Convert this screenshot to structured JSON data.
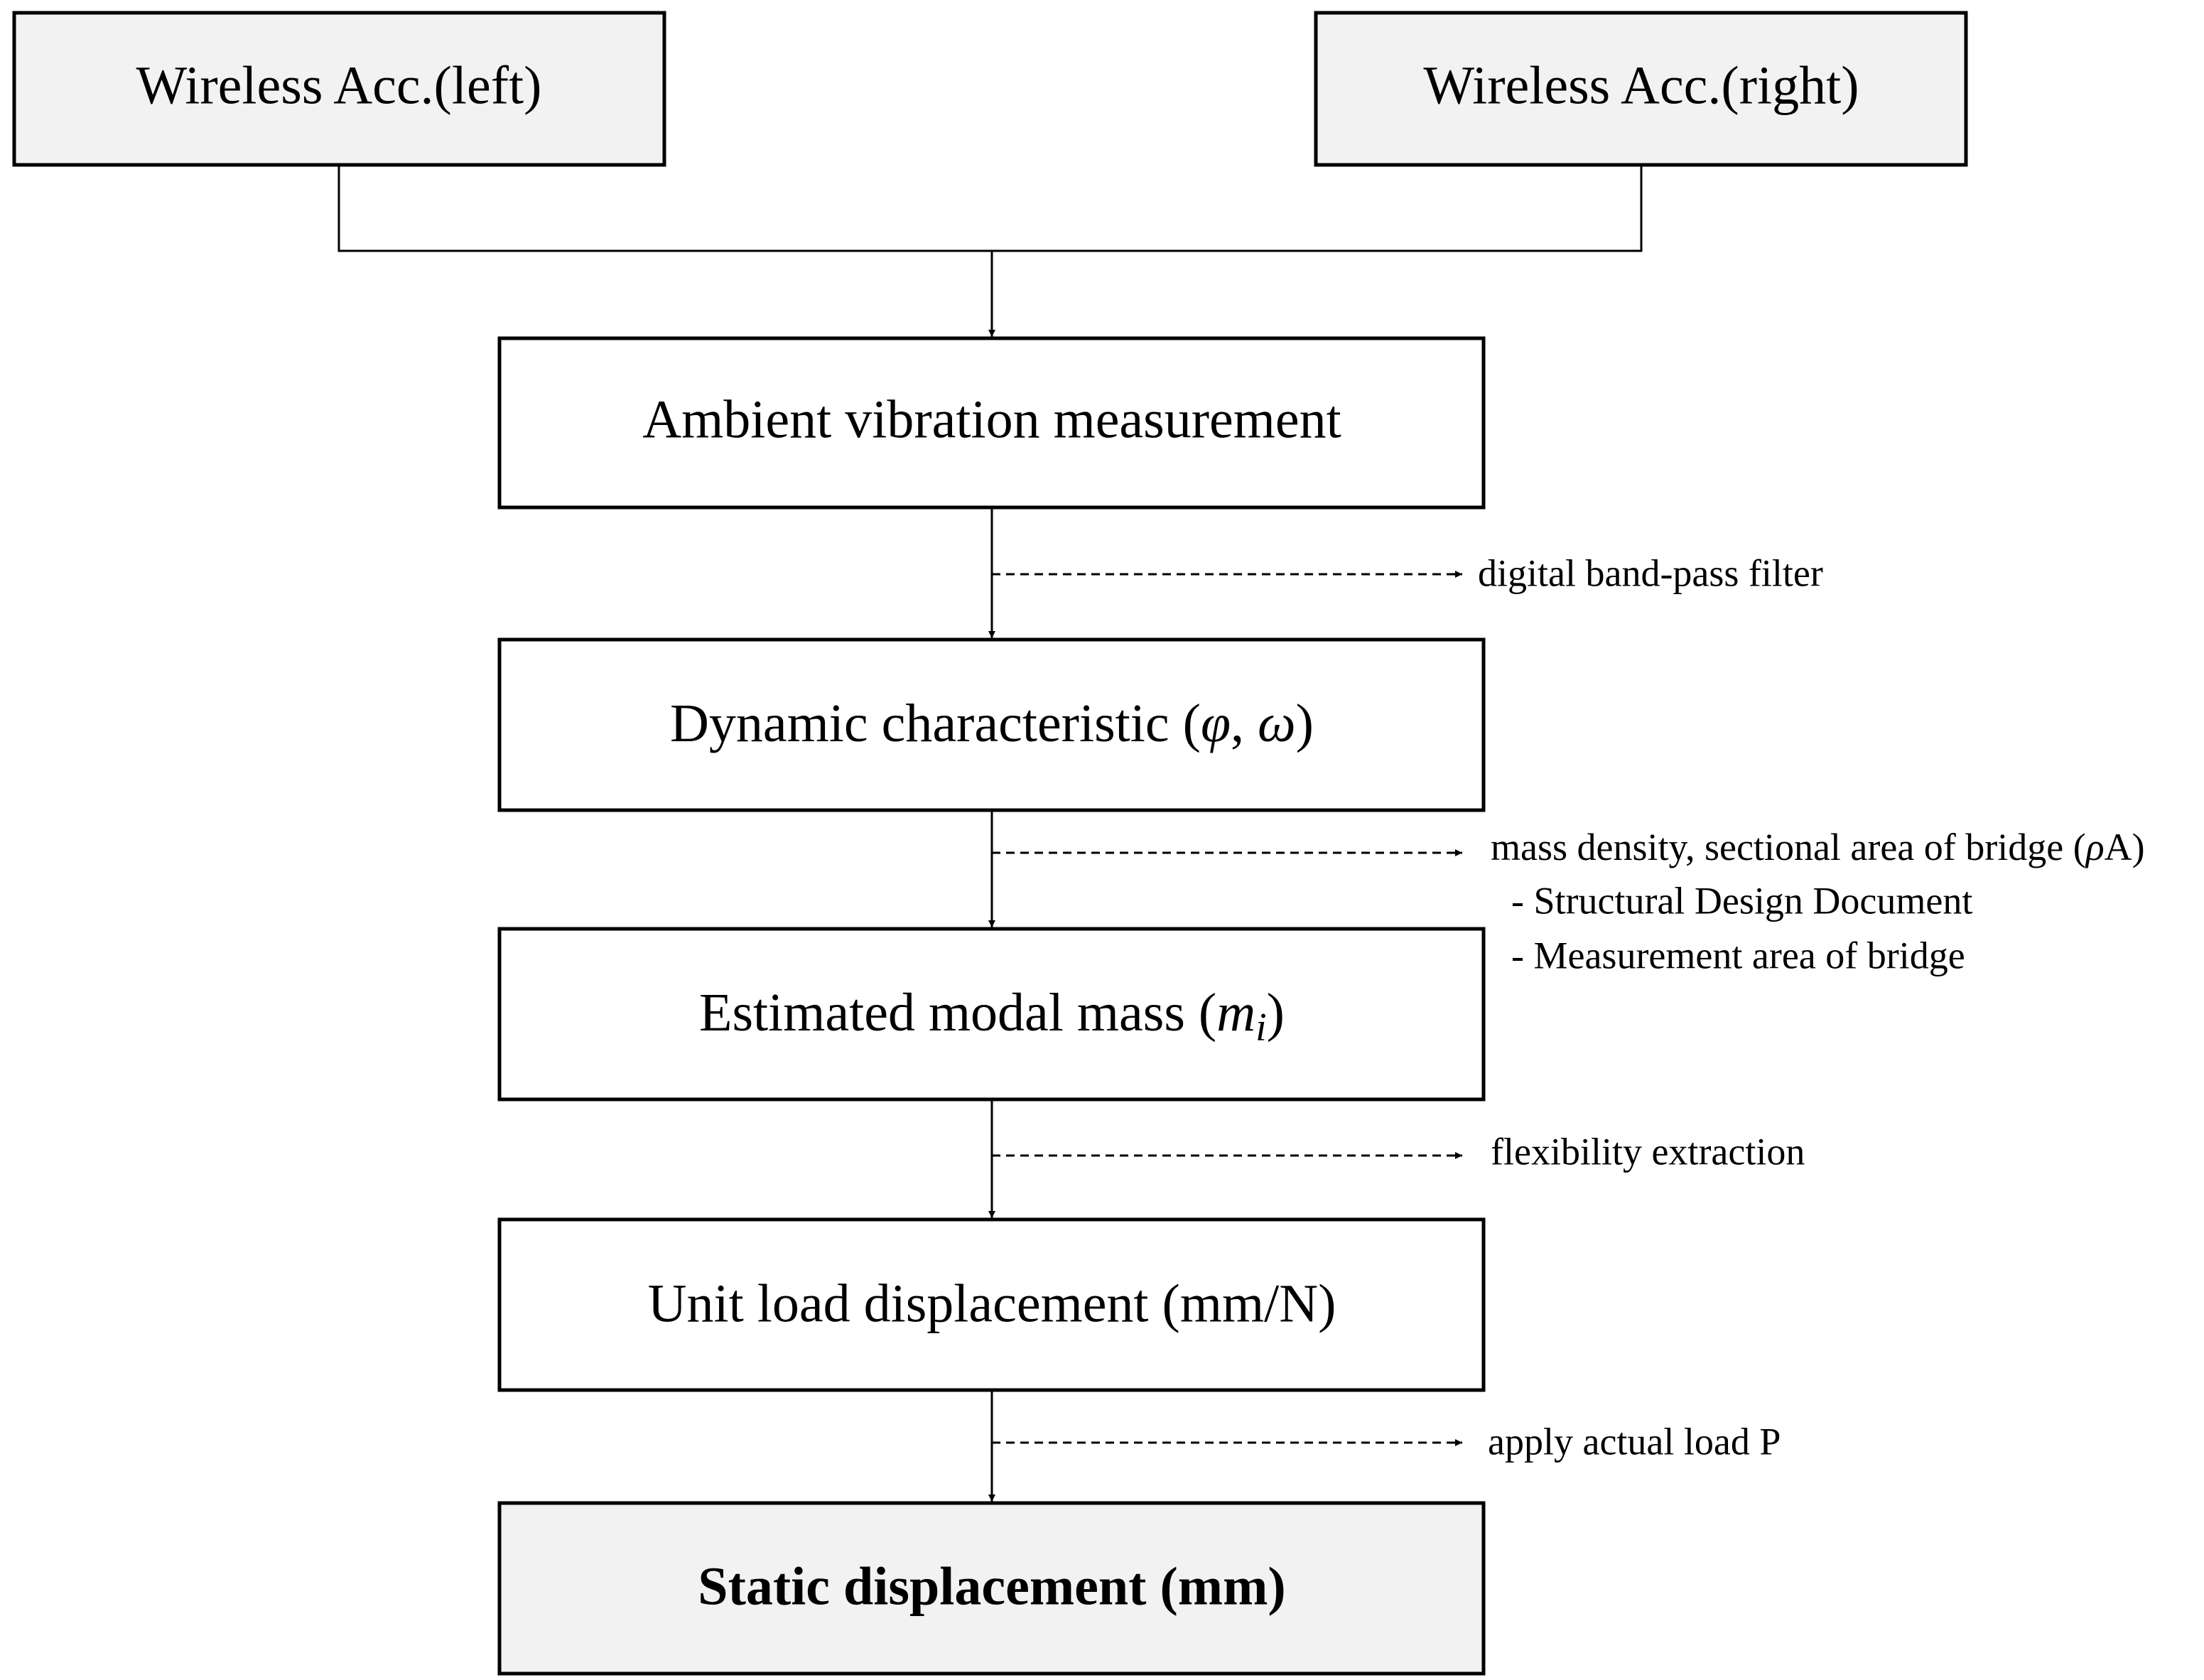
{
  "inputs": {
    "left": "Wireless Acc.(left)",
    "right": "Wireless Acc.(right)"
  },
  "steps": {
    "ambient": "Ambient vibration measurement",
    "dynamic_prefix": "Dynamic characteristic (",
    "dynamic_phi": "φ",
    "dynamic_sep": ", ",
    "dynamic_omega": "ω",
    "dynamic_suffix": ")",
    "modal_prefix": "Estimated modal mass (",
    "modal_m": "m",
    "modal_sub": "i",
    "modal_suffix": ")",
    "unit_load": "Unit load displacement (mm/N)",
    "static": "Static displacement (mm)"
  },
  "notes": {
    "filter": "digital band-pass filter",
    "mass_prefix": "mass density, sectional area of bridge (",
    "mass_rho": "ρ",
    "mass_suffix": "A)",
    "mass_sub1": "- Structural Design Document",
    "mass_sub2": "- Measurement area of bridge",
    "flexibility": "flexibility extraction",
    "apply_load": "apply actual load P"
  },
  "colors": {
    "input_fill": "#f2f2f2",
    "step_fill": "#ffffff",
    "output_fill": "#f2f2f2"
  }
}
